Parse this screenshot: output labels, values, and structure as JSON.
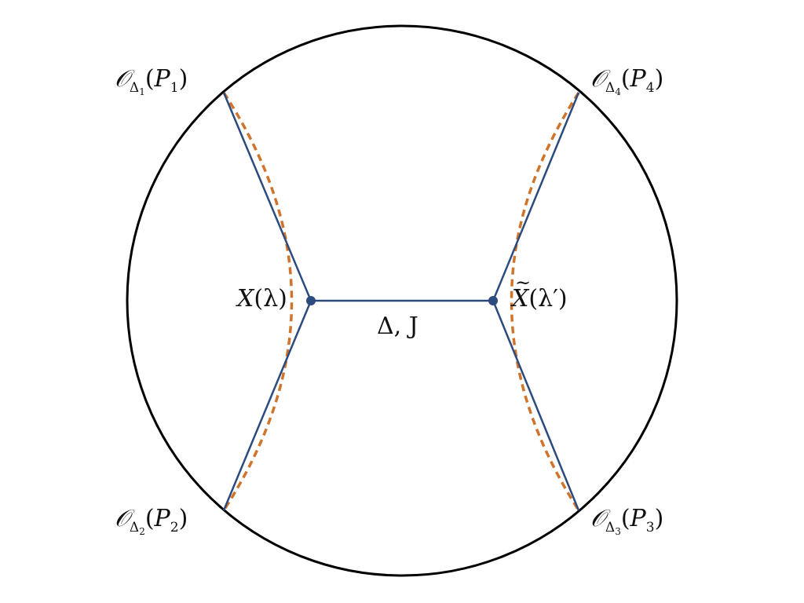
{
  "labels": {
    "o1": {
      "op": "𝒪",
      "sub_sym": "Δ",
      "sub_idx": "1",
      "arg_open": "(",
      "arg": "P",
      "arg_idx": "1",
      "arg_close": ")"
    },
    "o2": {
      "op": "𝒪",
      "sub_sym": "Δ",
      "sub_idx": "2",
      "arg_open": "(",
      "arg": "P",
      "arg_idx": "2",
      "arg_close": ")"
    },
    "o3": {
      "op": "𝒪",
      "sub_sym": "Δ",
      "sub_idx": "3",
      "arg_open": "(",
      "arg": "P",
      "arg_idx": "3",
      "arg_close": ")"
    },
    "o4": {
      "op": "𝒪",
      "sub_sym": "Δ",
      "sub_idx": "4",
      "arg_open": "(",
      "arg": "P",
      "arg_idx": "4",
      "arg_close": ")"
    },
    "x_left": {
      "name": "X",
      "arg": "(λ)"
    },
    "x_right": {
      "name": "X",
      "arg": "(λ′)"
    },
    "exchange": "Δ, J"
  },
  "colors": {
    "boundary": "#000000",
    "geodesic": "#2b4a7e",
    "dashed": "#d0742c",
    "vertex": "#2b4a7e"
  }
}
